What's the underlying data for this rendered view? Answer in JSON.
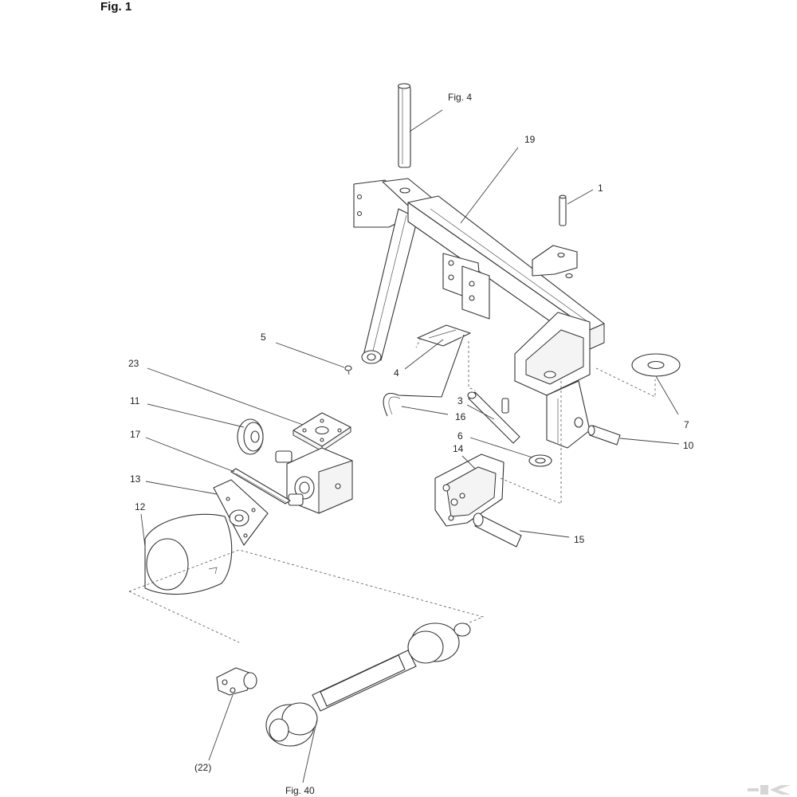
{
  "title": "Fig. 1",
  "callouts": {
    "fig4": "Fig. 4",
    "n19": "19",
    "n1": "1",
    "n5": "5",
    "n4": "4",
    "n23": "23",
    "n3": "3",
    "n16": "16",
    "n11": "11",
    "n7": "7",
    "n6": "6",
    "n17": "17",
    "n10": "10",
    "n14": "14",
    "n13": "13",
    "n12": "12",
    "n15": "15",
    "n22": "(22)",
    "fig40": "Fig. 40"
  },
  "logo": {
    "icon": "k-logo-icon",
    "color": "#d6d6d6"
  }
}
